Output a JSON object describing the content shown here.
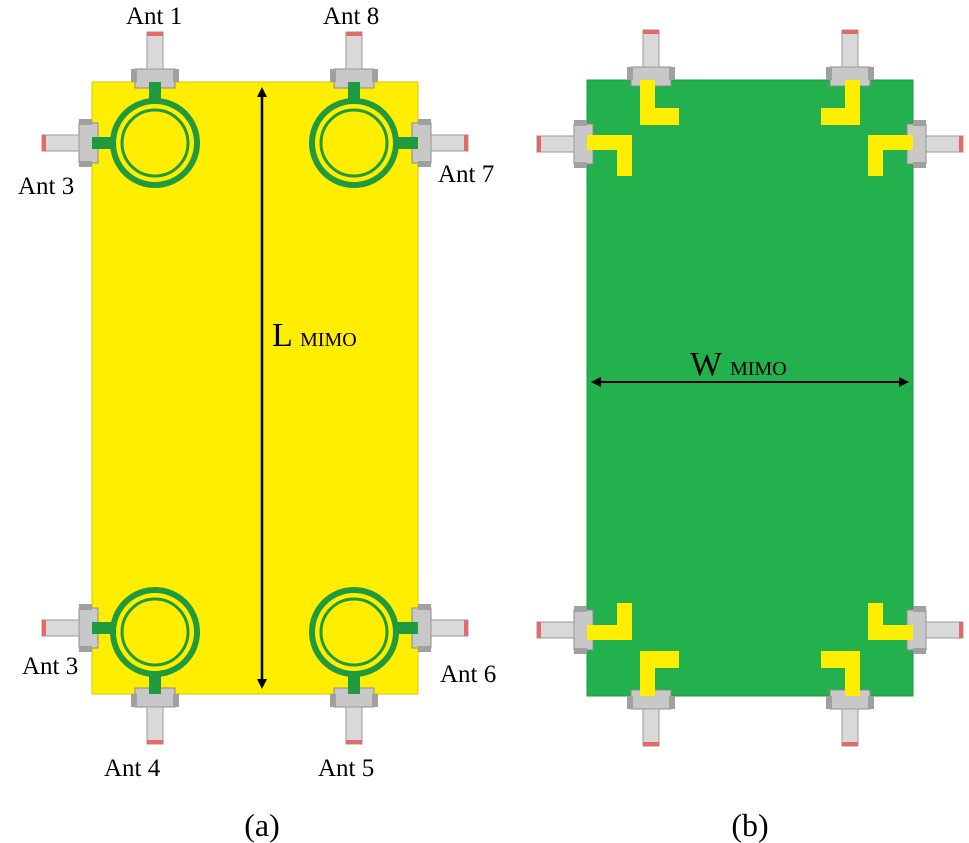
{
  "figure": {
    "panel_a": {
      "caption": "(a)",
      "antenna_labels": {
        "top_left": "Ant 1",
        "top_right": "Ant 8",
        "mid_left_top": "Ant 3",
        "mid_right_top": "Ant 7",
        "mid_left_bottom": "Ant 3",
        "mid_right_bottom": "Ant 6",
        "bottom_left": "Ant 4",
        "bottom_right": "Ant 5"
      },
      "dimension": {
        "main": "L",
        "sub": "MIMO"
      }
    },
    "panel_b": {
      "caption": "(b)",
      "dimension": {
        "main": "W",
        "sub": "MIMO"
      }
    }
  },
  "colors": {
    "copper_yellow": "#ffee00",
    "pcb_green": "#22b14c",
    "ring_green": "#1f9a3e",
    "connector_gray": "#bfbfbf",
    "connector_tip": "#e06060",
    "dimension_line": "#000000"
  }
}
